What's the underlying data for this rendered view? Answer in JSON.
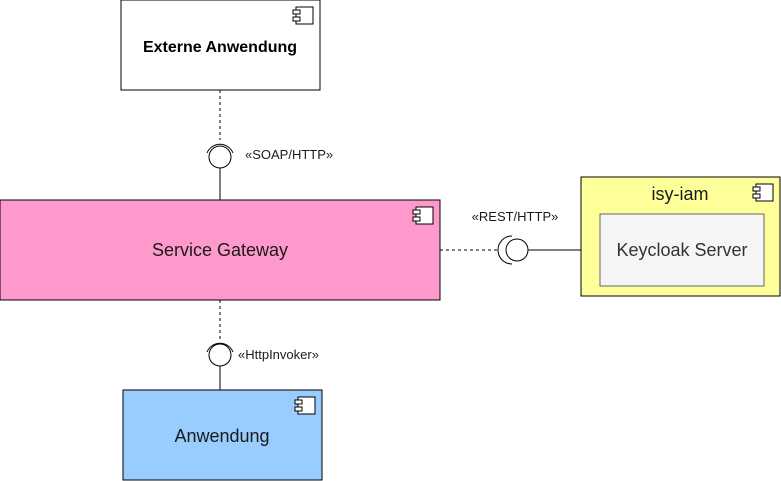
{
  "components": {
    "external_app": {
      "label": "Externe Anwendung",
      "fill": "#ffffff"
    },
    "service_gateway": {
      "label": "Service Gateway",
      "fill": "#ff99cc"
    },
    "anwendung": {
      "label": "Anwendung",
      "fill": "#99ccff"
    },
    "isy_iam": {
      "label": "isy-iam",
      "fill": "#ffff99"
    },
    "keycloak": {
      "label": "Keycloak Server",
      "fill": "#f5f5f5"
    }
  },
  "interfaces": {
    "soap_http": {
      "label": "«SOAP/HTTP»"
    },
    "rest_http": {
      "label": "«REST/HTTP»"
    },
    "http_invoker": {
      "label": "«HttpInvoker»"
    }
  },
  "icons": {
    "component_icon": "uml-component-icon",
    "provided_interface": "lollipop-ball-icon",
    "required_interface": "socket-icon"
  }
}
